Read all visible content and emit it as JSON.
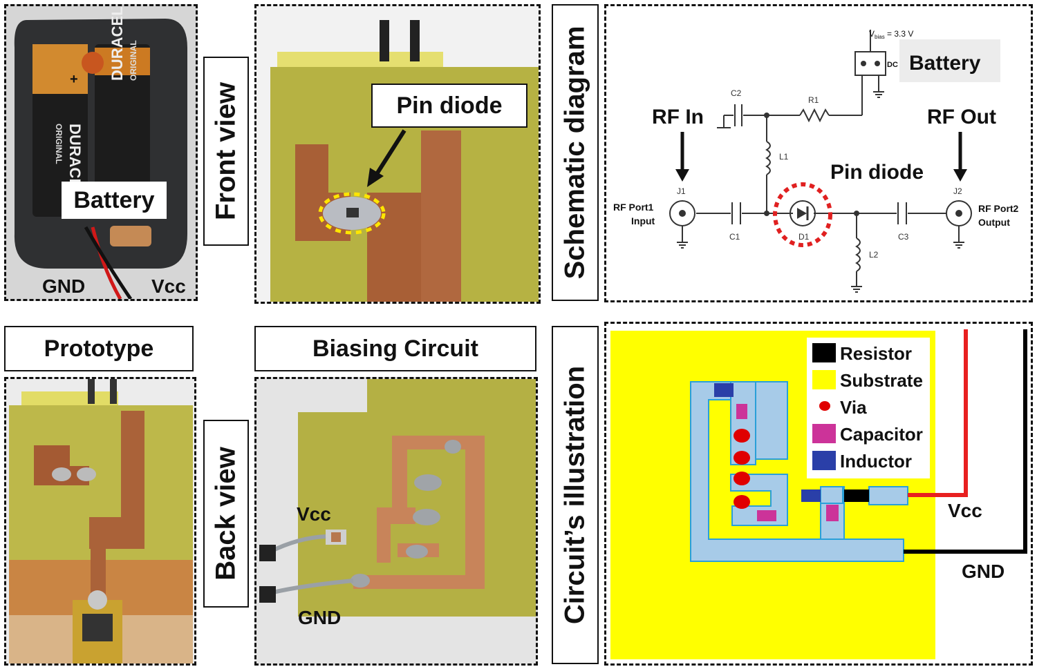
{
  "labels": {
    "front_view": "Front view",
    "back_view": "Back view",
    "schematic": "Schematic diagram",
    "circuit_illustration": "Circuit’s illustration",
    "prototype": "Prototype",
    "biasing_circuit": "Biasing Circuit"
  },
  "battery_photo": {
    "battery_label": "Battery",
    "gnd": "GND",
    "vcc": "Vcc",
    "brand_left": "DURACELL",
    "brand_right": "DURACELL",
    "sub_left": "ORIGINAL",
    "sub_right": "ORIGINAL",
    "plus": "+"
  },
  "front_photo": {
    "callout": "Pin diode"
  },
  "schematic": {
    "vbias": "V",
    "vbias_sub": "bias",
    "vbias_value": " = 3.3 V",
    "dc": "DC",
    "battery": "Battery",
    "rf_in": "RF In",
    "rf_out": "RF Out",
    "pin_diode": "Pin diode",
    "port1_line1": "RF Port1",
    "port1_line2": "Input",
    "port2_line1": "RF Port2",
    "port2_line2": "Output",
    "c1": "C1",
    "c2": "C2",
    "c3": "C3",
    "r1": "R1",
    "l1": "L1",
    "l2": "L2",
    "d1": "D1",
    "j1": "J1",
    "j2": "J2"
  },
  "biasing_photo": {
    "vcc": "Vcc",
    "gnd": "GND"
  },
  "illustration": {
    "legend": [
      {
        "label": "Resistor",
        "color": "#000000"
      },
      {
        "label": "Substrate",
        "color": "#ffff00"
      },
      {
        "label": "Via",
        "color": "#e00000"
      },
      {
        "label": "Capacitor",
        "color": "#cc3399"
      },
      {
        "label": "Inductor",
        "color": "#2a3fa8"
      }
    ],
    "vcc": "Vcc",
    "gnd": "GND"
  },
  "colors": {
    "substrate": "#ffff00",
    "trace": "#a7cbe8",
    "pcb": "#bfbd45",
    "copper": "#b8784a",
    "via": "#e00000",
    "capacitor": "#cc3399",
    "inductor": "#2a3fa8"
  }
}
